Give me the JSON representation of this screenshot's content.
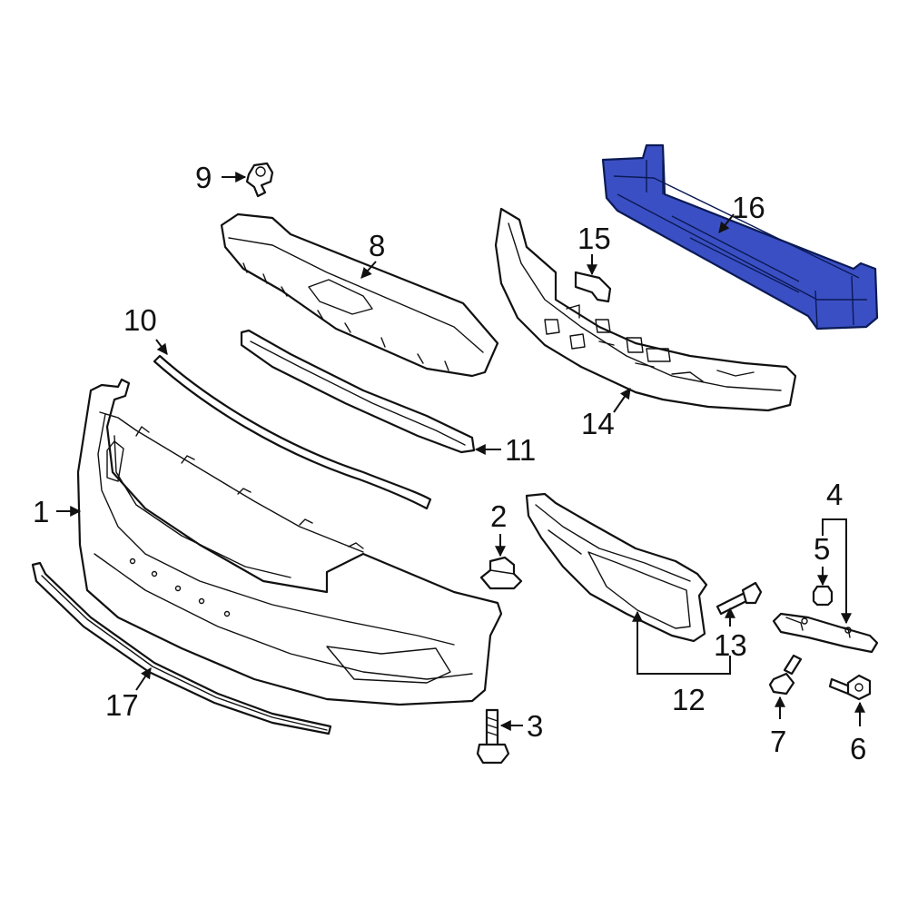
{
  "diagram": {
    "highlight_color": "#3b4fc4",
    "callouts": [
      {
        "id": "c1",
        "text": "1"
      },
      {
        "id": "c2",
        "text": "2"
      },
      {
        "id": "c3",
        "text": "3"
      },
      {
        "id": "c4",
        "text": "4"
      },
      {
        "id": "c5",
        "text": "5"
      },
      {
        "id": "c6",
        "text": "6"
      },
      {
        "id": "c7",
        "text": "7"
      },
      {
        "id": "c8",
        "text": "8"
      },
      {
        "id": "c9",
        "text": "9"
      },
      {
        "id": "c10",
        "text": "10"
      },
      {
        "id": "c11",
        "text": "11"
      },
      {
        "id": "c12",
        "text": "12"
      },
      {
        "id": "c13",
        "text": "13"
      },
      {
        "id": "c14",
        "text": "14"
      },
      {
        "id": "c15",
        "text": "15"
      },
      {
        "id": "c16",
        "text": "16"
      },
      {
        "id": "c17",
        "text": "17"
      }
    ]
  }
}
